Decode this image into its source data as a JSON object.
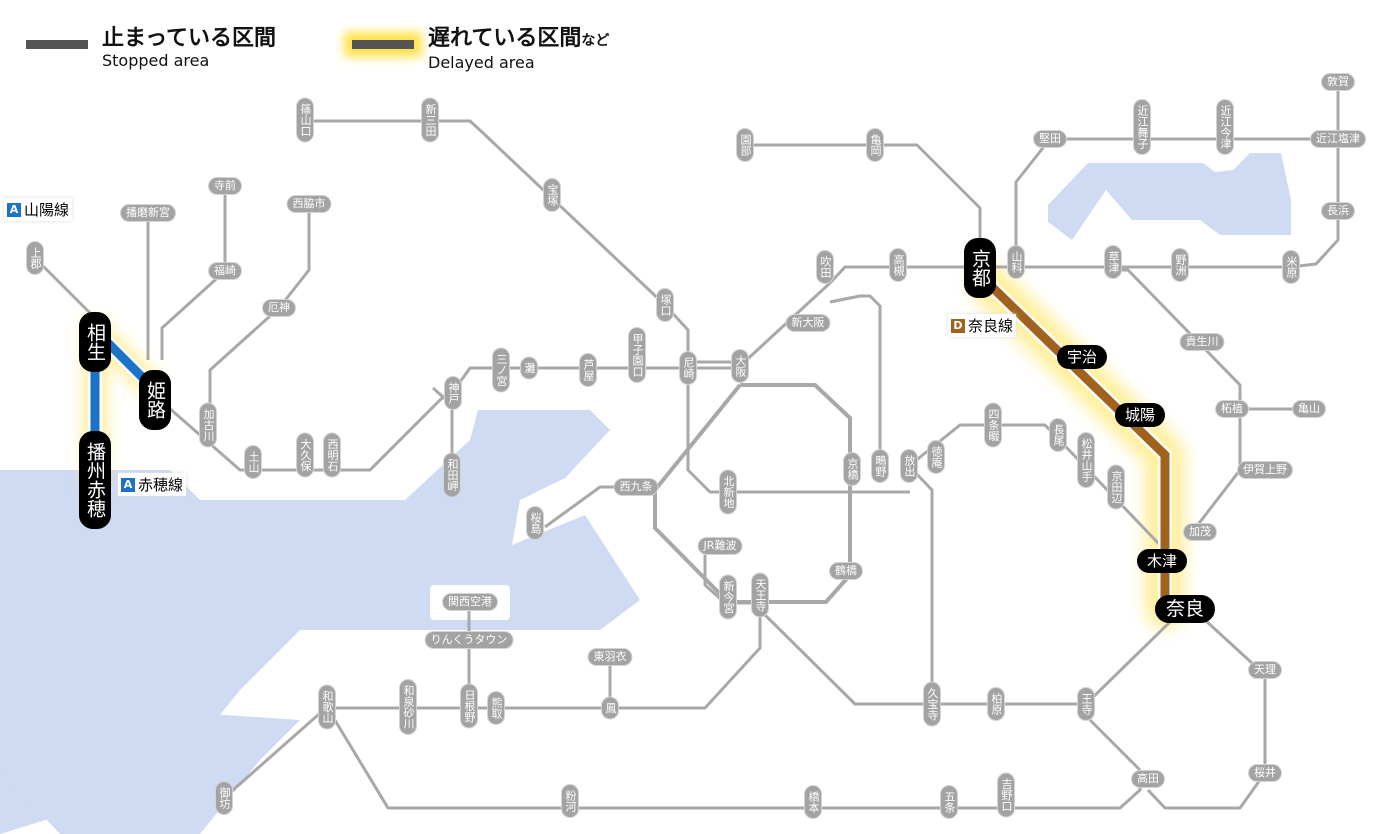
{
  "legend": {
    "stopped": {
      "jp": "止まっている区間",
      "en": "Stopped area"
    },
    "delayed": {
      "jp": "遅れている区間",
      "jp_suffix": "など",
      "en": "Delayed area"
    }
  },
  "line_tags": [
    {
      "badge": "A",
      "name": "山陽線",
      "color": "#1a73c4"
    },
    {
      "badge": "A",
      "name": "赤穂線",
      "color": "#1a73c4"
    },
    {
      "badge": "D",
      "name": "奈良線",
      "color": "#a0621c"
    }
  ],
  "colors": {
    "line": "#a8a8a8",
    "water": "#cfdaf3",
    "sanyo": "#1a73c4",
    "nara": "#a0621c",
    "glow": "#ffe24a"
  },
  "stations": [
    {
      "name": "篠山口"
    },
    {
      "name": "新三田"
    },
    {
      "name": "宝塚"
    },
    {
      "name": "塚口"
    },
    {
      "name": "尼崎"
    },
    {
      "name": "大阪"
    },
    {
      "name": "甲子園口"
    },
    {
      "name": "芦屋"
    },
    {
      "name": "灘"
    },
    {
      "name": "三ノ宮"
    },
    {
      "name": "神戸"
    },
    {
      "name": "和田岬"
    },
    {
      "name": "西明石"
    },
    {
      "name": "大久保"
    },
    {
      "name": "土山"
    },
    {
      "name": "加古川"
    },
    {
      "name": "姫路",
      "affected": true
    },
    {
      "name": "相生",
      "affected": true
    },
    {
      "name": "播州赤穂",
      "affected": true
    },
    {
      "name": "上郡"
    },
    {
      "name": "播磨新宮"
    },
    {
      "name": "寺前"
    },
    {
      "name": "福崎"
    },
    {
      "name": "西脇市"
    },
    {
      "name": "厄神"
    },
    {
      "name": "園部"
    },
    {
      "name": "亀岡"
    },
    {
      "name": "吹田"
    },
    {
      "name": "高槻"
    },
    {
      "name": "新大阪"
    },
    {
      "name": "京都",
      "affected": true
    },
    {
      "name": "山科"
    },
    {
      "name": "堅田"
    },
    {
      "name": "近江舞子"
    },
    {
      "name": "近江今津"
    },
    {
      "name": "敦賀"
    },
    {
      "name": "近江塩津"
    },
    {
      "name": "長浜"
    },
    {
      "name": "米原"
    },
    {
      "name": "野洲"
    },
    {
      "name": "草津"
    },
    {
      "name": "貴生川"
    },
    {
      "name": "柘植"
    },
    {
      "name": "亀山"
    },
    {
      "name": "伊賀上野"
    },
    {
      "name": "加茂"
    },
    {
      "name": "木津",
      "affected": true
    },
    {
      "name": "奈良",
      "affected": true
    },
    {
      "name": "宇治",
      "affected": true
    },
    {
      "name": "城陽",
      "affected": true
    },
    {
      "name": "四条畷"
    },
    {
      "name": "長尾"
    },
    {
      "name": "松井山手"
    },
    {
      "name": "京田辺"
    },
    {
      "name": "徳庵"
    },
    {
      "name": "放出"
    },
    {
      "name": "鴫野"
    },
    {
      "name": "京橋"
    },
    {
      "name": "北新地"
    },
    {
      "name": "西九条"
    },
    {
      "name": "桜島"
    },
    {
      "name": "鶴橋"
    },
    {
      "name": "JR難波"
    },
    {
      "name": "新今宮"
    },
    {
      "name": "天王寺"
    },
    {
      "name": "関西空港"
    },
    {
      "name": "りんくうタウン"
    },
    {
      "name": "東羽衣"
    },
    {
      "name": "鳳"
    },
    {
      "name": "熊取"
    },
    {
      "name": "日根野"
    },
    {
      "name": "和泉砂川"
    },
    {
      "name": "和歌山"
    },
    {
      "name": "御坊"
    },
    {
      "name": "粉河"
    },
    {
      "name": "橋本"
    },
    {
      "name": "五条"
    },
    {
      "name": "吉野口"
    },
    {
      "name": "高田"
    },
    {
      "name": "桜井"
    },
    {
      "name": "天理"
    },
    {
      "name": "王寺"
    },
    {
      "name": "柏原"
    },
    {
      "name": "久宝寺"
    }
  ]
}
